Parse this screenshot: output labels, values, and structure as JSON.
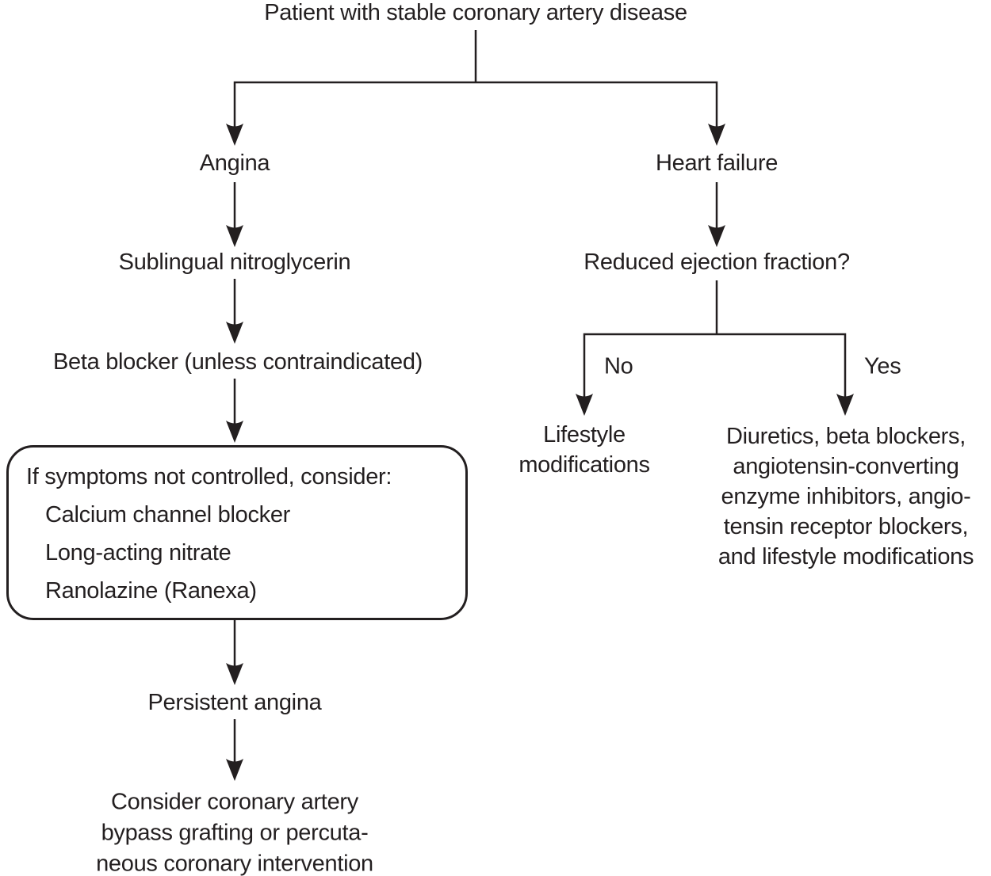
{
  "flowchart": {
    "title": "Patient with stable coronary artery disease",
    "angina": {
      "label": "Angina"
    },
    "heart_failure": {
      "label": "Heart failure"
    },
    "sublingual_nitroglycerin": {
      "label": "Sublingual nitroglycerin"
    },
    "beta_blocker": {
      "label": "Beta blocker (unless contraindicated)"
    },
    "consider_box": {
      "header": "If symptoms not controlled, consider:",
      "items": [
        "Calcium channel blocker",
        "Long-acting nitrate",
        "Ranolazine (Ranexa)"
      ]
    },
    "persistent_angina": {
      "label": "Persistent angina"
    },
    "revascularization": {
      "lines": [
        "Consider coronary artery",
        "bypass grafting or percuta-",
        "neous coronary intervention"
      ]
    },
    "reduced_ejection_fraction": {
      "label": "Reduced ejection fraction?"
    },
    "branch_no": {
      "label": "No"
    },
    "branch_yes": {
      "label": "Yes"
    },
    "lifestyle_modifications": {
      "lines": [
        "Lifestyle",
        "modifications"
      ]
    },
    "hf_treatment": {
      "lines": [
        "Diuretics, beta blockers,",
        "angiotensin-converting",
        "enzyme inhibitors, angio-",
        "tensin receptor blockers,",
        "and lifestyle modifications"
      ]
    },
    "colors": {
      "text": "#231f20",
      "line": "#231f20",
      "background": "#ffffff"
    }
  }
}
